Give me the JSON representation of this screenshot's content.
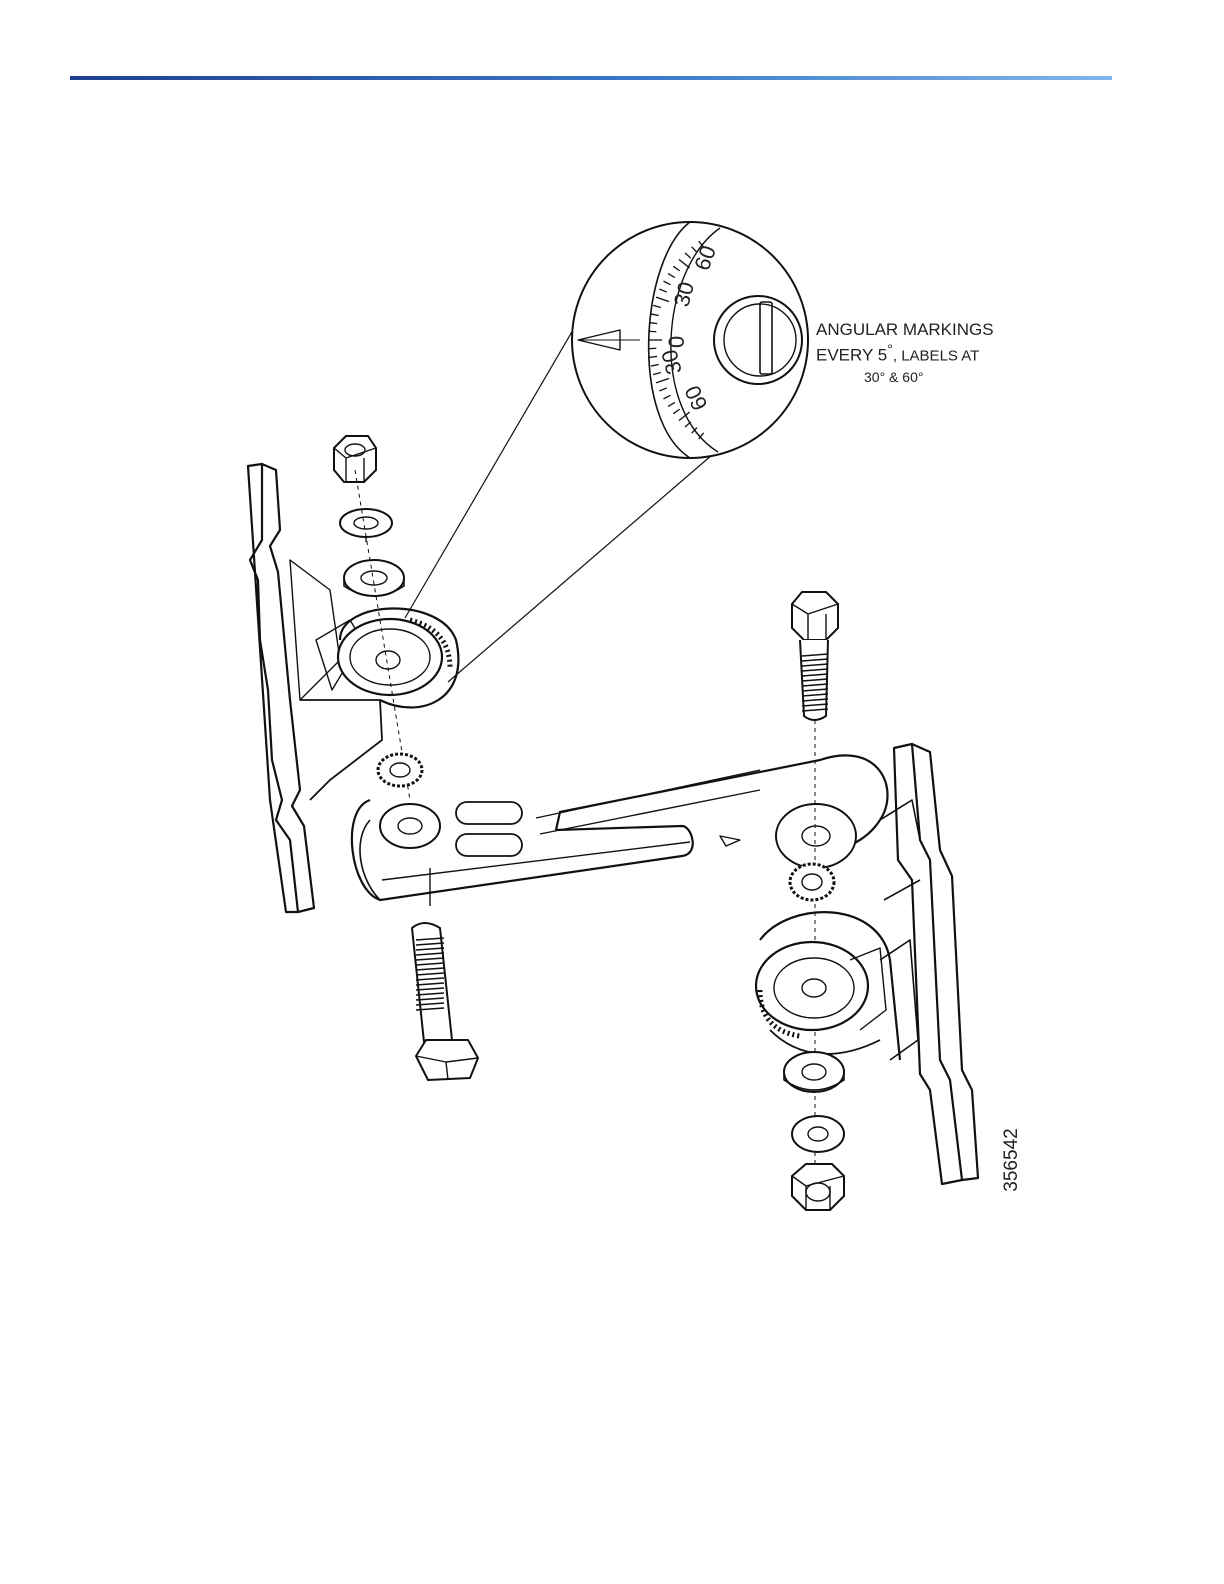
{
  "header": {
    "rule_color": "#3c78c8"
  },
  "callout": {
    "line1": "ANGULAR MARKINGS",
    "line2_main": "EVERY 5",
    "line2_deg": "°",
    "line2_rest": ", LABELS AT",
    "line3": "30° & 60°"
  },
  "dial_labels": [
    "60",
    "30",
    "0",
    "30",
    "60"
  ],
  "figure_id": "356542"
}
